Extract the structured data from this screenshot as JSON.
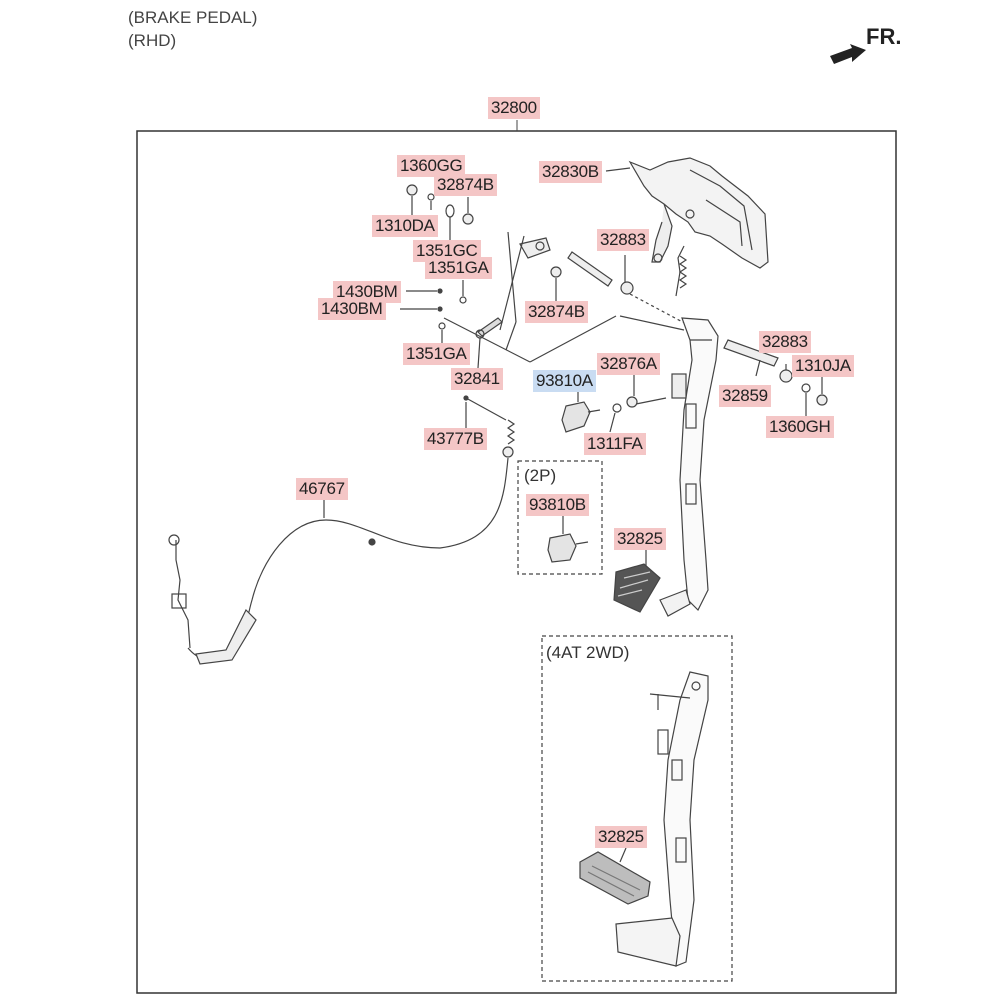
{
  "header": {
    "line1": "(BRAKE PEDAL)",
    "line2": "(RHD)",
    "direction": "FR."
  },
  "colors": {
    "label_highlight": "#f4c6c6",
    "label_highlight_blue": "#c9dcf2",
    "line": "#444444"
  },
  "parts": {
    "p32800": "32800",
    "p1360GG": "1360GG",
    "p32874B_top": "32874B",
    "p32830B": "32830B",
    "p1310DA": "1310DA",
    "p1351GC": "1351GC",
    "p32883_top": "32883",
    "p1351GA_top": "1351GA",
    "p1430BM_1": "1430BM",
    "p1430BM_2": "1430BM",
    "p32874B_mid": "32874B",
    "p1351GA_bot": "1351GA",
    "p32883_right": "32883",
    "p32876A": "32876A",
    "p1310JA": "1310JA",
    "p32841": "32841",
    "p93810A": "93810A",
    "p32859": "32859",
    "p1360GH": "1360GH",
    "p43777B": "43777B",
    "p1311FA": "1311FA",
    "p46767": "46767",
    "p93810B": "93810B",
    "p32825_top": "32825",
    "p32825_bot": "32825"
  },
  "variants": {
    "two_p": "(2P)",
    "four_at_2wd": "(4AT 2WD)"
  }
}
